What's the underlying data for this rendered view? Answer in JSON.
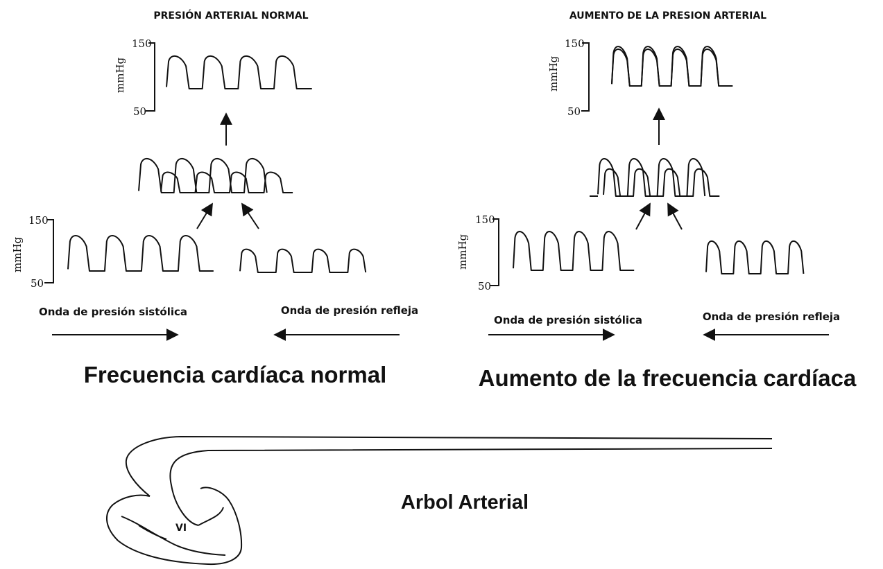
{
  "left_panel": {
    "title": "PRESIÓN ARTERIAL NORMAL",
    "caption": "Frecuencia cardíaca normal",
    "combined_axis": {
      "unit": "mmHg",
      "tick_high": "150",
      "tick_low": "50"
    },
    "components_axis": {
      "unit": "mmHg",
      "tick_high": "150",
      "tick_low": "50"
    },
    "systolic_label": "Onda de presión sistólica",
    "reflected_label": "Onda de presión refleja"
  },
  "right_panel": {
    "title": "AUMENTO DE LA PRESION ARTERIAL",
    "caption": "Aumento de la frecuencia cardíaca",
    "combined_axis": {
      "unit": "mmHg",
      "tick_high": "150",
      "tick_low": "50"
    },
    "components_axis": {
      "unit": "mmHg",
      "tick_high": "150",
      "tick_low": "50"
    },
    "systolic_label": "Onda de presión sistólica",
    "reflected_label": "Onda de presión refleja"
  },
  "bottom": {
    "tree_label": "Arbol Arterial",
    "ventricle_label": "VI"
  }
}
